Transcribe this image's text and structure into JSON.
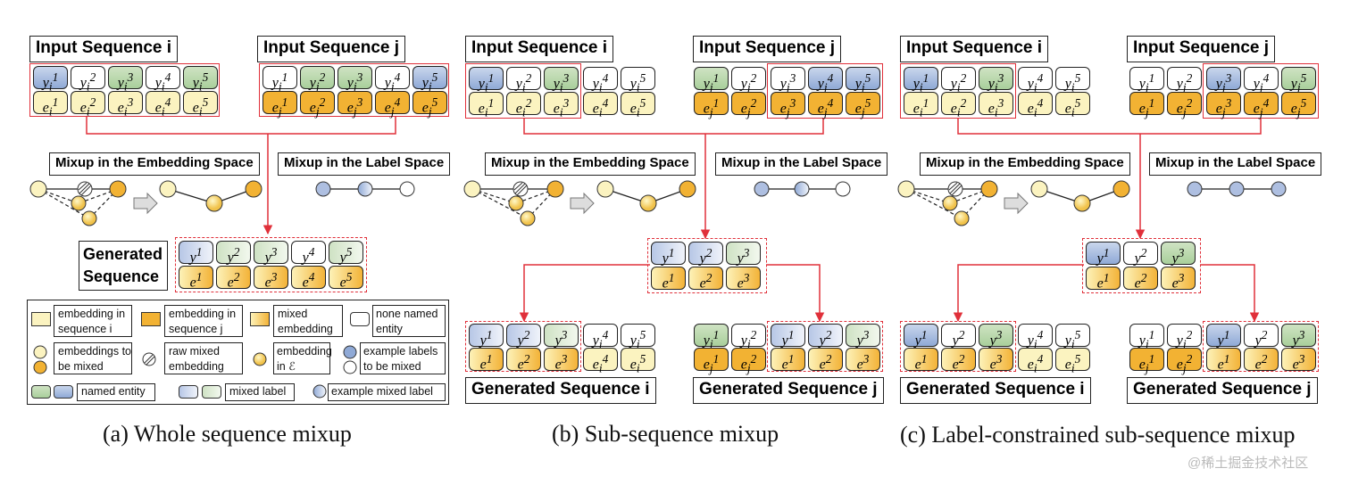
{
  "panels": [
    {
      "input_i_label": "Input Sequence i",
      "input_j_label": "Input Sequence j",
      "mix_embed_label": "Mixup in the Embedding Space",
      "mix_label_label": "Mixup in the Label Space",
      "generated_label": "Generated Sequence",
      "caption": "(a)  Whole sequence mixup"
    },
    {
      "input_i_label": "Input Sequence i",
      "input_j_label": "Input Sequence j",
      "mix_embed_label": "Mixup in the Embedding Space",
      "mix_label_label": "Mixup in the Label Space",
      "gen_i_label": "Generated Sequence i",
      "gen_j_label": "Generated Sequence j",
      "caption": "(b)  Sub-sequence mixup"
    },
    {
      "input_i_label": "Input Sequence i",
      "input_j_label": "Input Sequence j",
      "mix_embed_label": "Mixup in the Embedding Space",
      "mix_label_label": "Mixup in the Label Space",
      "gen_i_label": "Generated Sequence i",
      "gen_j_label": "Generated Sequence j",
      "caption": "(c)     Label-constrained        sub-sequence mixup"
    }
  ],
  "legend": {
    "embedding_i": "embedding in sequence i",
    "embedding_j": "embedding in sequence j",
    "mixed_embedding": "mixed embedding",
    "none_named": "none named entity",
    "to_be_mixed": "embeddings to be mixed",
    "raw_mixed": "raw mixed embedding",
    "in_epsilon": "embedding in ℰ",
    "example_labels": "example labels to be mixed",
    "named_entity": "named entity",
    "mixed_label": "mixed label",
    "example_mixed_label": "example mixed label"
  },
  "watermark": "@稀土掘金技术社区",
  "colors": {
    "red": "#e0303a",
    "light_yellow": "#fbf3c0",
    "orange": "#f2b233",
    "green": "#a9cf9b",
    "blue": "#8fa9d6"
  }
}
